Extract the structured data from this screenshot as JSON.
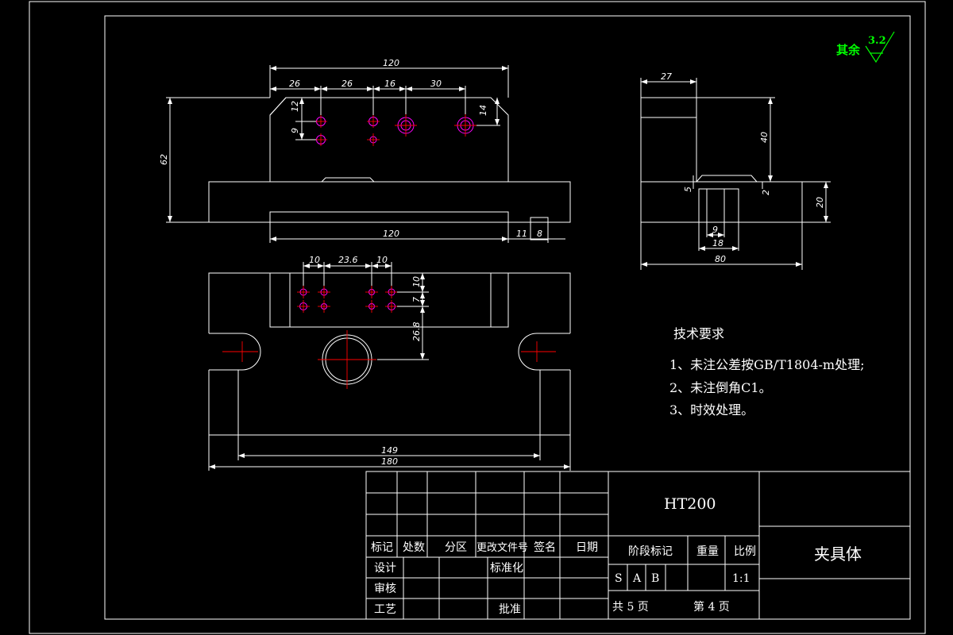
{
  "roughness": {
    "label": "其余",
    "value": "3.2"
  },
  "front_view": {
    "top_dims": [
      "120",
      "26",
      "26",
      "16",
      "30"
    ],
    "left_dims": [
      "12",
      "9",
      "62"
    ],
    "right_dim": "14",
    "bottom_dims": [
      "120",
      "11",
      "8"
    ]
  },
  "side_view": {
    "dims": [
      "27",
      "40",
      "5",
      "2",
      "20",
      "9",
      "18",
      "80"
    ]
  },
  "top_view": {
    "dims": [
      "10",
      "23.6",
      "10",
      "10",
      "7",
      "26.8",
      "149",
      "180"
    ]
  },
  "technical_requirements": {
    "title": "技术要求",
    "items": [
      "1、未注公差按GB/T1804-m处理;",
      "2、未注倒角C1。",
      "3、时效处理。"
    ]
  },
  "title_block": {
    "material": "HT200",
    "part_name": "夹具体",
    "rev_headers": [
      "标记",
      "处数",
      "分区",
      "更改文件号",
      "签名",
      "日期"
    ],
    "row_labels": [
      "设计",
      "审核",
      "工艺"
    ],
    "standardization": "标准化",
    "approval": "批准",
    "stage_header": "阶段标记",
    "weight_header": "重量",
    "scale_header": "比例",
    "stage_marks": [
      "S",
      "A",
      "B"
    ],
    "scale": "1:1",
    "total_pages_label": "共 5 页",
    "page_label": "第 4 页"
  }
}
